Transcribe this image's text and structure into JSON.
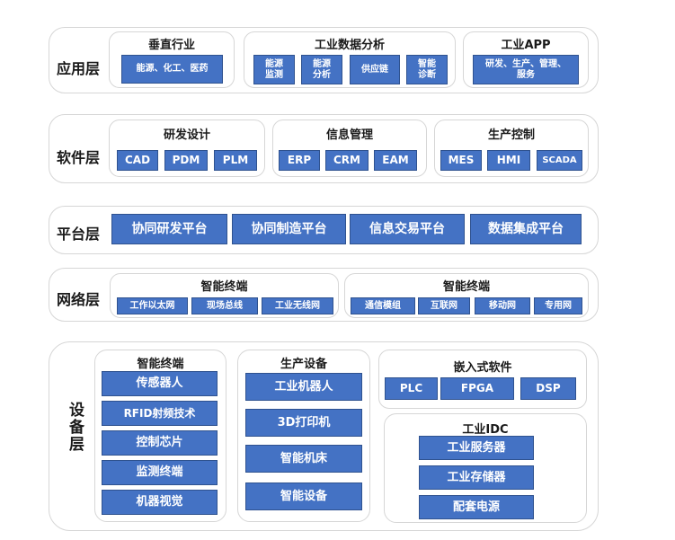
{
  "application": {
    "label": "应用层",
    "vertical": {
      "title": "垂直行业",
      "items": [
        "能源、化工、医药"
      ]
    },
    "analysis": {
      "title": "工业数据分析",
      "items": [
        "能源\n监测",
        "能源\n分析",
        "供应链",
        "智能\n诊断"
      ]
    },
    "app": {
      "title": "工业APP",
      "items": [
        "研发、生产、管理、\n服务"
      ]
    }
  },
  "software": {
    "label": "软件层",
    "design": {
      "title": "研发设计",
      "items": [
        "CAD",
        "PDM",
        "PLM"
      ]
    },
    "info": {
      "title": "信息管理",
      "items": [
        "ERP",
        "CRM",
        "EAM"
      ]
    },
    "control": {
      "title": "生产控制",
      "items": [
        "MES",
        "HMI",
        "SCADA"
      ]
    }
  },
  "platform": {
    "label": "平台层",
    "items": [
      "协同研发平台",
      "协同制造平台",
      "信息交易平台",
      "数据集成平台"
    ]
  },
  "network": {
    "label": "网络层",
    "left": {
      "title": "智能终端",
      "items": [
        "工作以太网",
        "现场总线",
        "工业无线网"
      ]
    },
    "right": {
      "title": "智能终端",
      "items": [
        "通信模组",
        "互联网",
        "移动网",
        "专用网"
      ]
    }
  },
  "device": {
    "label": "设备层",
    "terminal": {
      "title": "智能终端",
      "items": [
        "传感器人",
        "RFID射频技术",
        "控制芯片",
        "监测终端",
        "机器视觉"
      ]
    },
    "production": {
      "title": "生产设备",
      "items": [
        "工业机器人",
        "3D打印机",
        "智能机床",
        "智能设备"
      ]
    },
    "embedded": {
      "title": "嵌入式软件",
      "items": [
        "PLC",
        "FPGA",
        "DSP"
      ]
    },
    "idc": {
      "title": "工业IDC",
      "items": [
        "工业服务器",
        "工业存储器",
        "配套电源"
      ]
    }
  },
  "colors": {
    "box_fill": "#4472c4",
    "box_border": "#2f528f",
    "layer_border": "#d6d6d6"
  }
}
